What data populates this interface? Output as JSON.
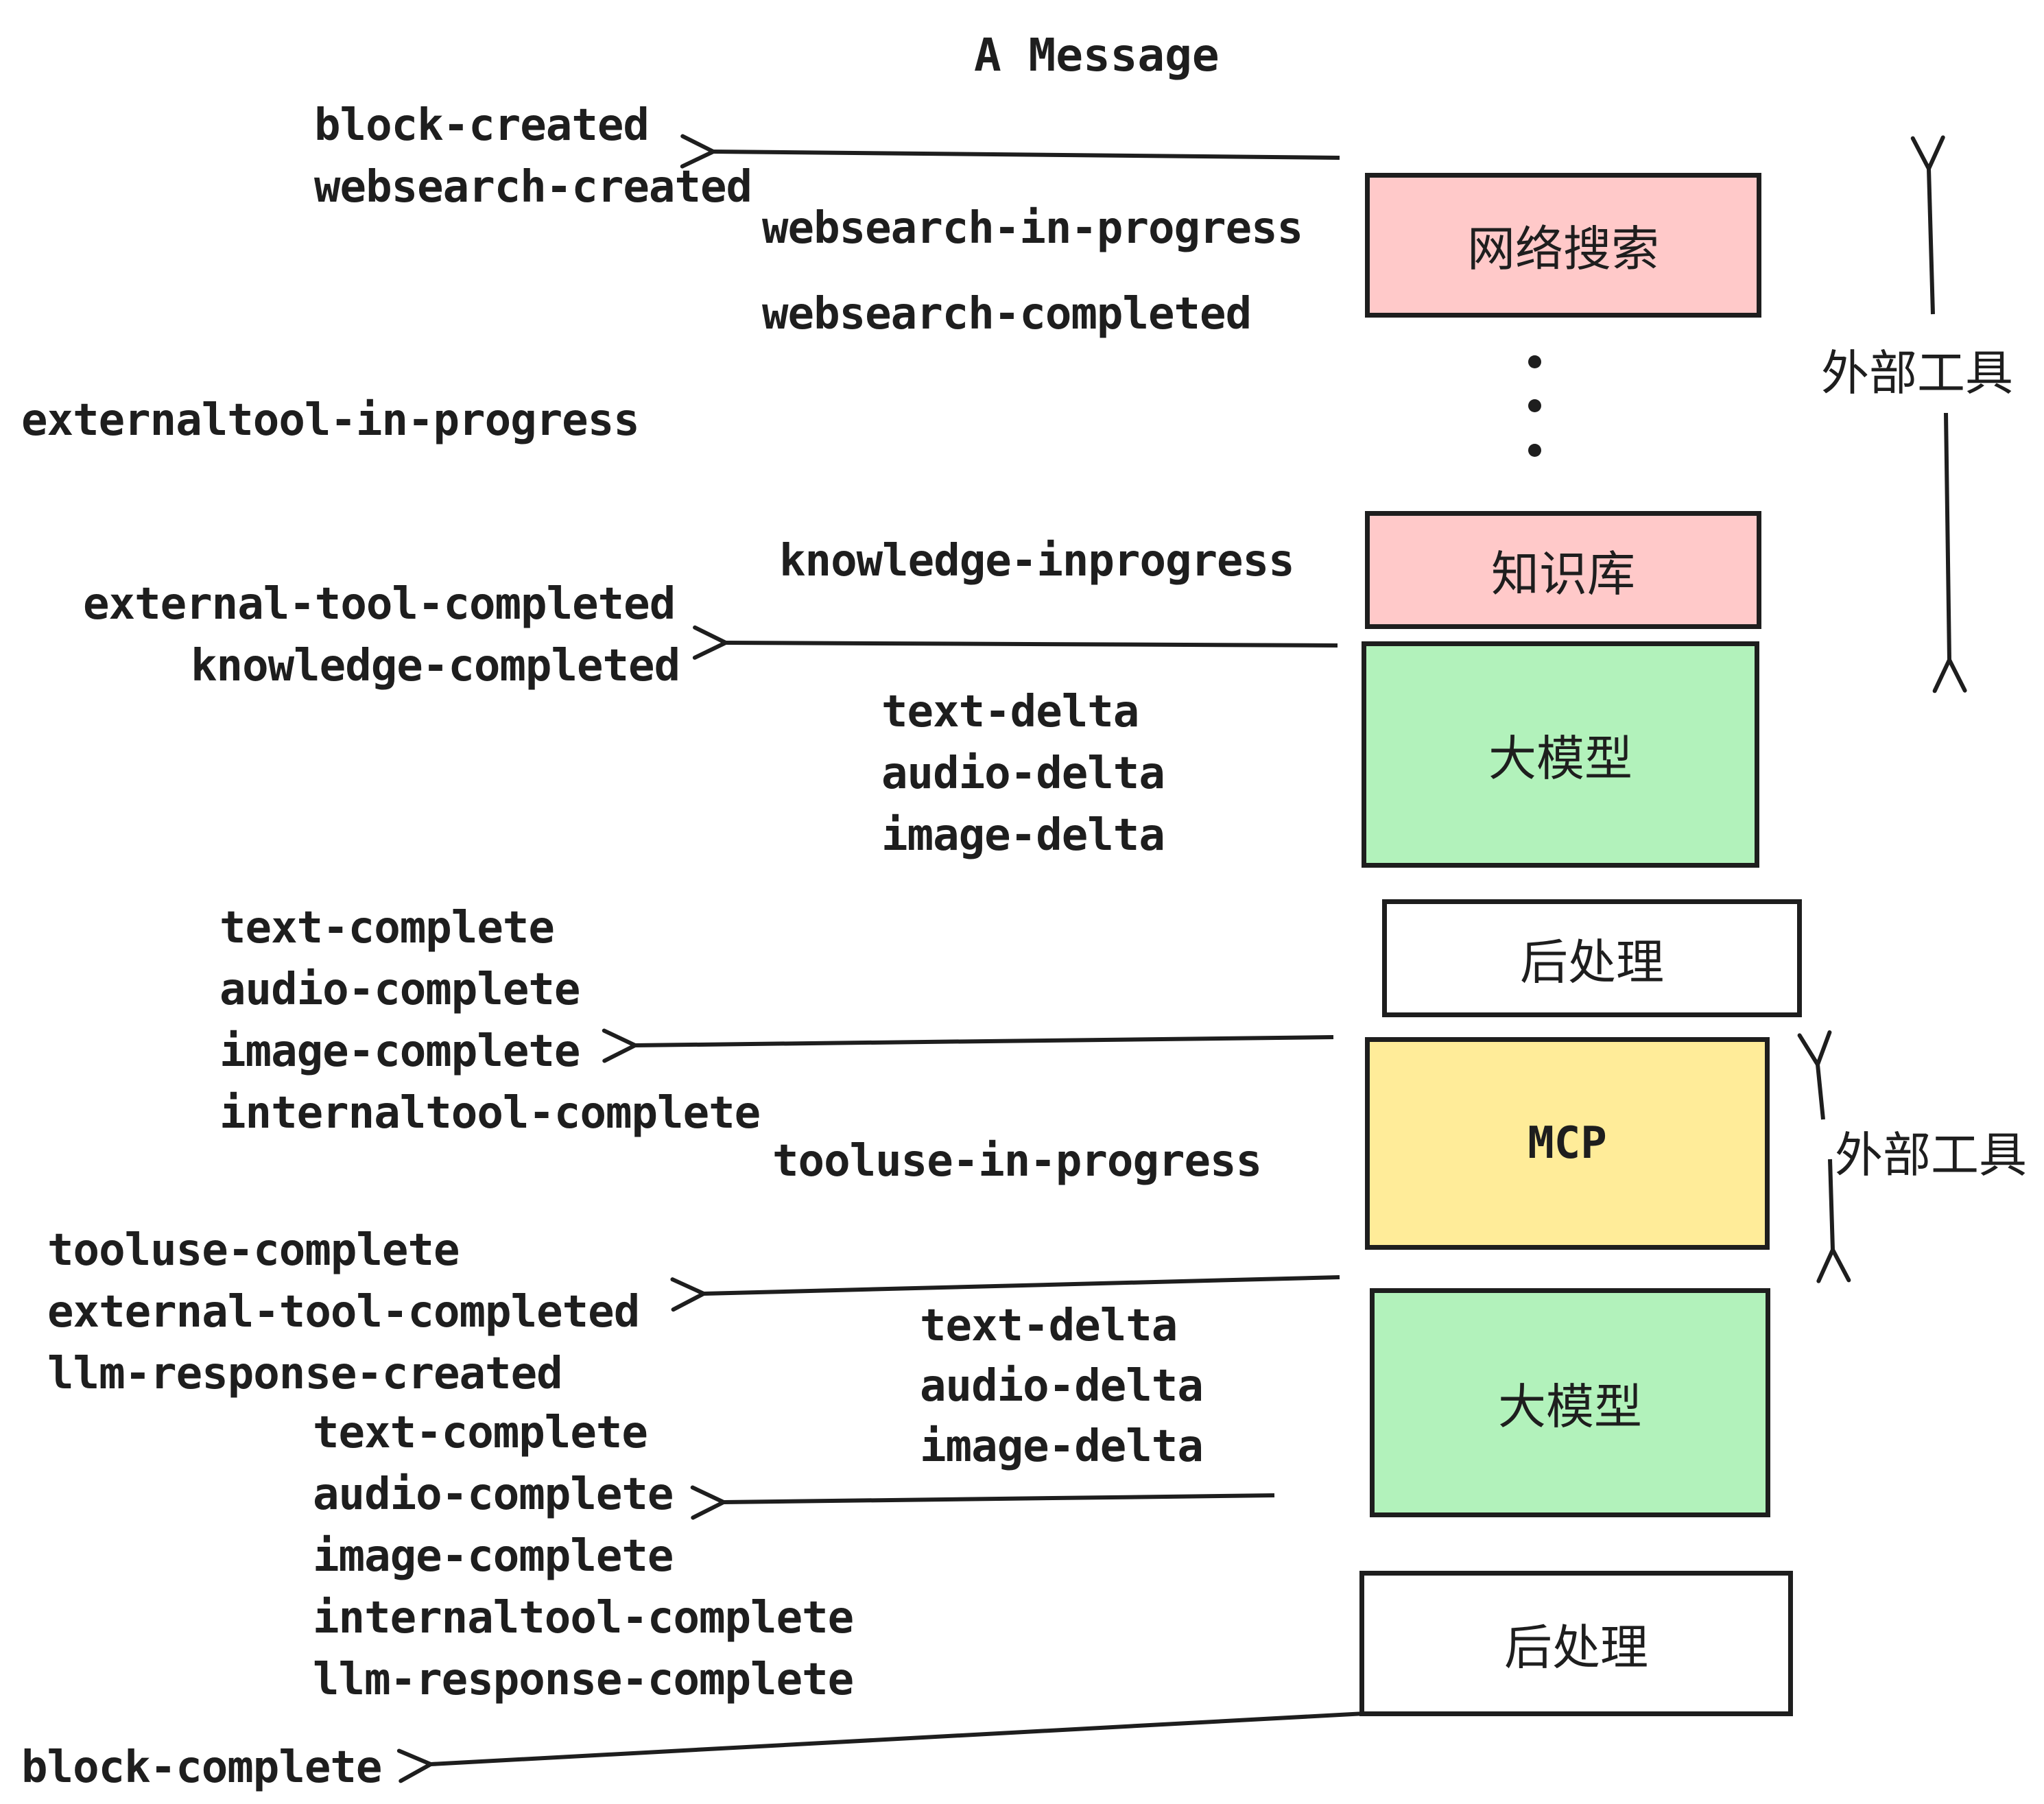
{
  "diagram": {
    "title": "A Message",
    "colors": {
      "pink": "#FFC9C9",
      "green": "#B2F2BB",
      "yellow": "#FFEC99",
      "white": "#FFFFFF",
      "stroke": "#1e1e1e"
    },
    "boxes": [
      {
        "id": "websearch",
        "label": "网络搜索",
        "color": "#FFC9C9"
      },
      {
        "id": "knowledge-base",
        "label": "知识库",
        "color": "#FFC9C9"
      },
      {
        "id": "llm-1",
        "label": "大模型",
        "color": "#B2F2BB"
      },
      {
        "id": "post-process-1",
        "label": "后处理",
        "color": "#FFFFFF"
      },
      {
        "id": "mcp",
        "label": "MCP",
        "color": "#FFEC99"
      },
      {
        "id": "llm-2",
        "label": "大模型",
        "color": "#B2F2BB"
      },
      {
        "id": "post-process-2",
        "label": "后处理",
        "color": "#FFFFFF"
      }
    ],
    "side_labels": [
      {
        "id": "external-tools-top",
        "text": "外部工具"
      },
      {
        "id": "external-tools-mcp",
        "text": "外部工具"
      }
    ],
    "events": [
      {
        "text": "block-created"
      },
      {
        "text": "websearch-created"
      },
      {
        "text": "websearch-in-progress"
      },
      {
        "text": "websearch-completed"
      },
      {
        "text": "externaltool-in-progress"
      },
      {
        "text": "knowledge-inprogress"
      },
      {
        "text": "external-tool-completed"
      },
      {
        "text": "knowledge-completed"
      },
      {
        "text": "text-delta"
      },
      {
        "text": "audio-delta"
      },
      {
        "text": "image-delta"
      },
      {
        "text": "text-complete"
      },
      {
        "text": "audio-complete"
      },
      {
        "text": "image-complete"
      },
      {
        "text": "internaltool-complete"
      },
      {
        "text": "tooluse-in-progress"
      },
      {
        "text": "tooluse-complete"
      },
      {
        "text": "external-tool-completed"
      },
      {
        "text": "llm-response-created"
      },
      {
        "text": "text-complete"
      },
      {
        "text": "audio-complete"
      },
      {
        "text": "image-complete"
      },
      {
        "text": "internaltool-complete"
      },
      {
        "text": "llm-response-complete"
      },
      {
        "text": "block-complete"
      }
    ]
  }
}
